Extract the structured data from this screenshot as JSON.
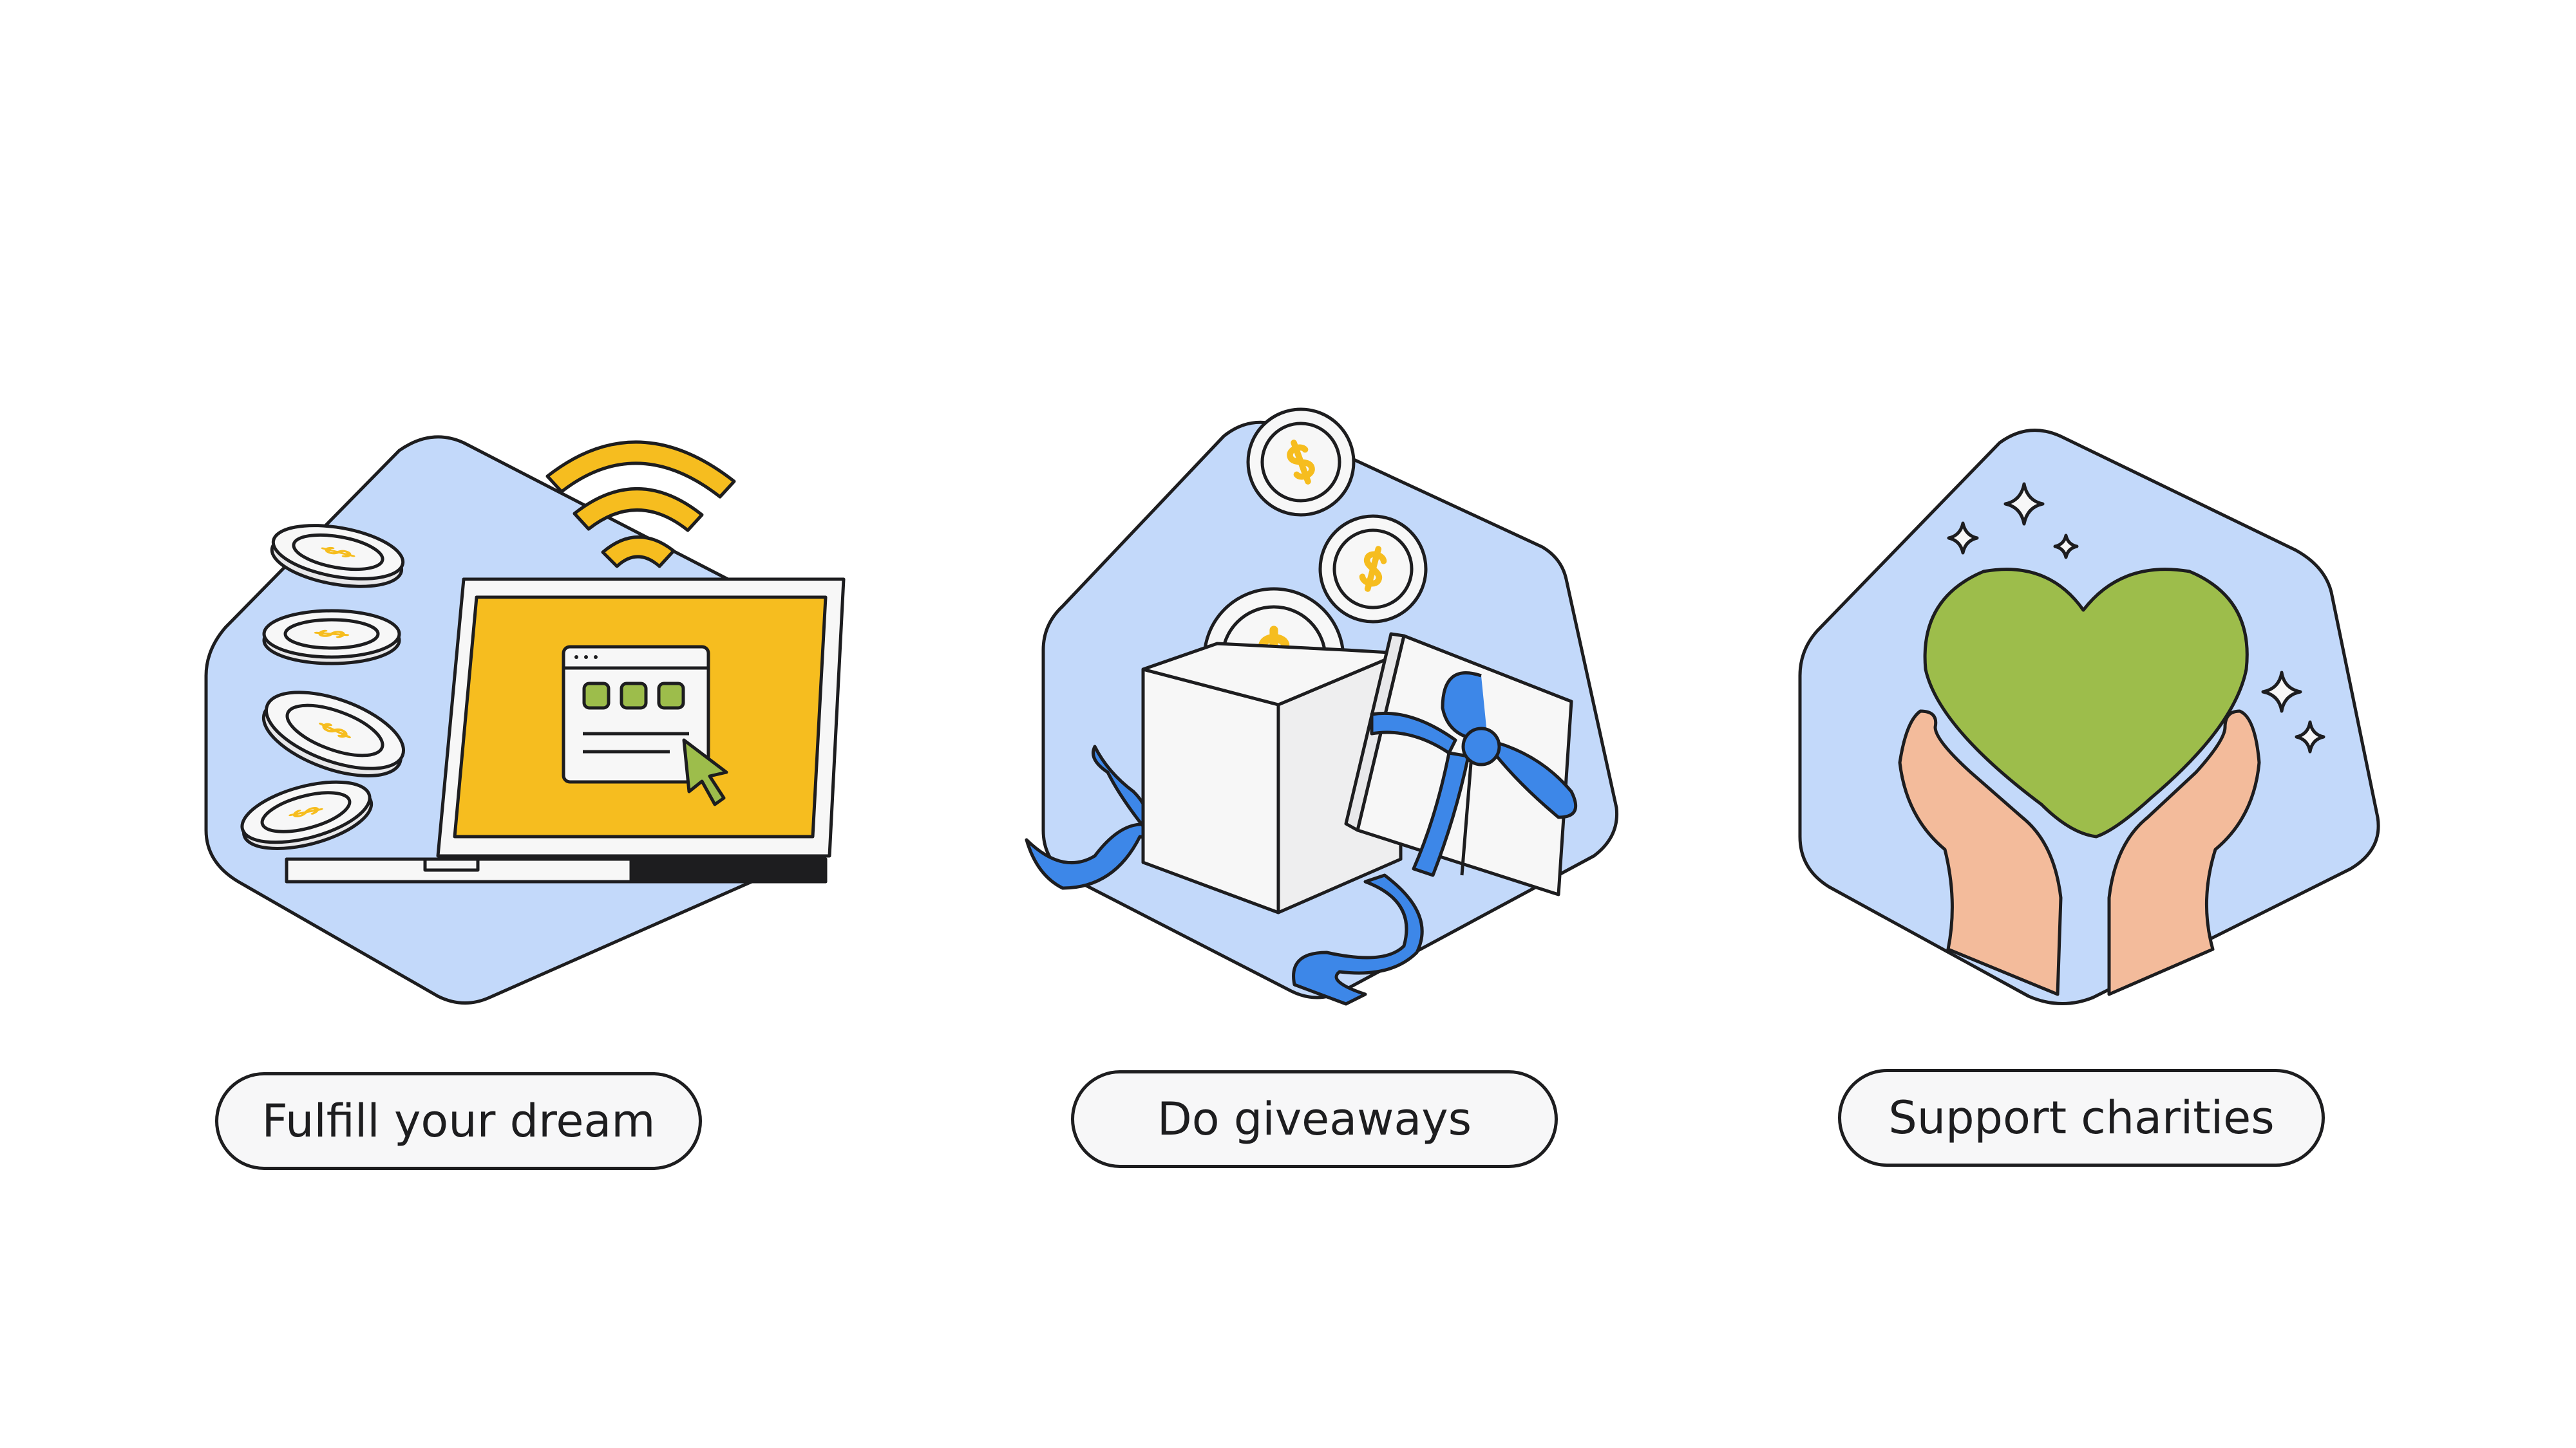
{
  "cards": [
    {
      "label": "Fulfill your dream",
      "illustration": "laptop-with-wifi-and-coins"
    },
    {
      "label": "Do giveaways",
      "illustration": "open-gift-box-with-coins"
    },
    {
      "label": "Support charities",
      "illustration": "hands-holding-heart"
    }
  ],
  "colors": {
    "hexagon_fill": "#c3d9fa",
    "outline": "#1d1d1f",
    "yellow": "#f6bd1f",
    "green": "#9dbd4b",
    "blue_ribbon": "#3d87e8",
    "skin": "#f3bb9b",
    "white": "#f7f7f7",
    "pill_fill": "#f7f7f8"
  }
}
